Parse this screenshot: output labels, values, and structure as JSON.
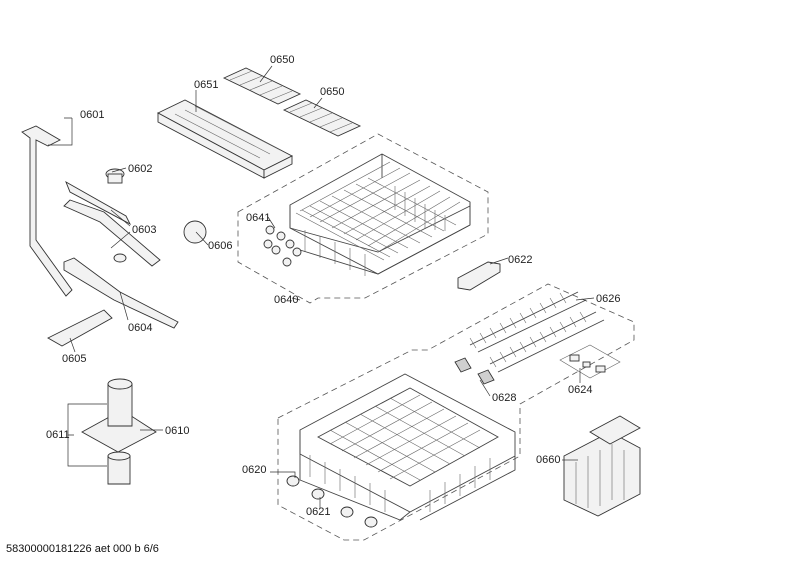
{
  "labels": {
    "p0601": "0601",
    "p0602": "0602",
    "p0603": "0603",
    "p0604": "0604",
    "p0605": "0605",
    "p0606": "0606",
    "p0610": "0610",
    "p0611": "0611",
    "p0620": "0620",
    "p0621": "0621",
    "p0622": "0622",
    "p0624": "0624",
    "p0626": "0626",
    "p0628": "0628",
    "p0640": "0640",
    "p0641": "0641",
    "p0650a": "0650",
    "p0650b": "0650",
    "p0651": "0651",
    "p0660": "0660"
  },
  "footer": {
    "doc_code": "58300000181226 aet 000 b 6/6"
  }
}
